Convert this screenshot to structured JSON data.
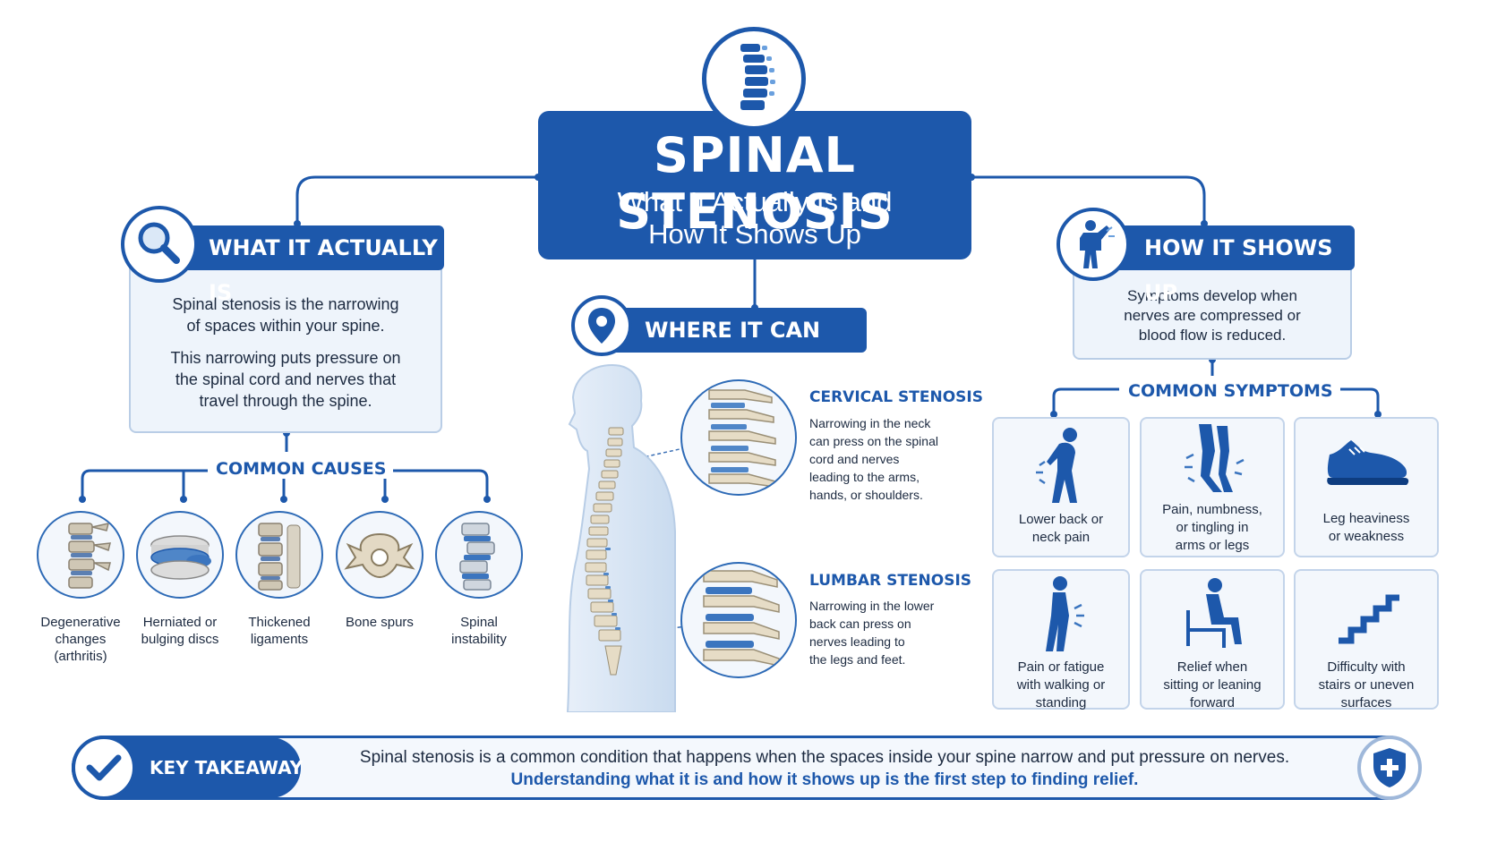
{
  "title": {
    "main": "SPINAL STENOSIS",
    "subtitle_line1": "What It Actually Is and",
    "subtitle_line2": "How It Shows Up"
  },
  "what_it_is": {
    "header": "WHAT IT ACTUALLY IS",
    "icon": "magnifier-icon",
    "para1_line1": "Spinal stenosis is the narrowing",
    "para1_line2": "of spaces within your spine.",
    "para2_line1": "This narrowing puts pressure on",
    "para2_line2": "the spinal cord and nerves that",
    "para2_line3": "travel through the spine."
  },
  "causes": {
    "header": "COMMON CAUSES",
    "items": [
      {
        "line1": "Degenerative",
        "line2": "changes",
        "line3": "(arthritis)",
        "icon": "degenerative-spine-icon"
      },
      {
        "line1": "Herniated or",
        "line2": "bulging discs",
        "line3": "",
        "icon": "herniated-disc-icon"
      },
      {
        "line1": "Thickened",
        "line2": "ligaments",
        "line3": "",
        "icon": "ligament-spine-icon"
      },
      {
        "line1": "Bone spurs",
        "line2": "",
        "line3": "",
        "icon": "vertebra-bone-spur-icon"
      },
      {
        "line1": "Spinal",
        "line2": "instability",
        "line3": "",
        "icon": "unstable-spine-icon"
      }
    ]
  },
  "where": {
    "header": "WHERE IT CAN OCCUR",
    "icon": "location-pin-icon",
    "cervical": {
      "title": "CERVICAL STENOSIS",
      "lines": [
        "Narrowing in the neck",
        "can press on the spinal",
        "cord and nerves",
        "leading to the arms,",
        "hands, or shoulders."
      ]
    },
    "lumbar": {
      "title": "LUMBAR STENOSIS",
      "lines": [
        "Narrowing in the lower",
        "back can press on",
        "nerves leading to",
        "the legs and feet."
      ]
    }
  },
  "how_it_shows": {
    "header": "HOW IT SHOWS UP",
    "icon": "person-pain-icon",
    "line1": "Symptoms develop when",
    "line2": "nerves are compressed or",
    "line3": "blood flow is reduced."
  },
  "symptoms": {
    "header": "COMMON SYMPTOMS",
    "items": [
      {
        "line1": "Lower back or",
        "line2": "neck pain",
        "line3": "",
        "icon": "back-pain-icon"
      },
      {
        "line1": "Pain, numbness,",
        "line2": "or tingling in",
        "line3": "arms or legs",
        "icon": "leg-tingling-icon"
      },
      {
        "line1": "Leg heaviness",
        "line2": "or weakness",
        "line3": "",
        "icon": "sneaker-icon"
      },
      {
        "line1": "Pain or fatigue",
        "line2": "with walking or",
        "line3": "standing",
        "icon": "walking-pain-icon"
      },
      {
        "line1": "Relief when",
        "line2": "sitting or leaning",
        "line3": "forward",
        "icon": "sitting-person-icon"
      },
      {
        "line1": "Difficulty with",
        "line2": "stairs or uneven",
        "line3": "surfaces",
        "icon": "stairs-icon"
      }
    ]
  },
  "takeaway": {
    "label": "KEY TAKEAWAY",
    "line1": "Spinal stenosis is a common condition that happens when the spaces inside your spine narrow and put pressure on nerves.",
    "line2": "Understanding what it is and how it shows up is the first step to finding relief.",
    "check_icon": "checkmark-icon",
    "shield_icon": "shield-cross-icon"
  },
  "colors": {
    "primary": "#1d58ab",
    "card_bg": "#eef4fb",
    "card_border": "#b9cde6",
    "text": "#1c2a40"
  }
}
